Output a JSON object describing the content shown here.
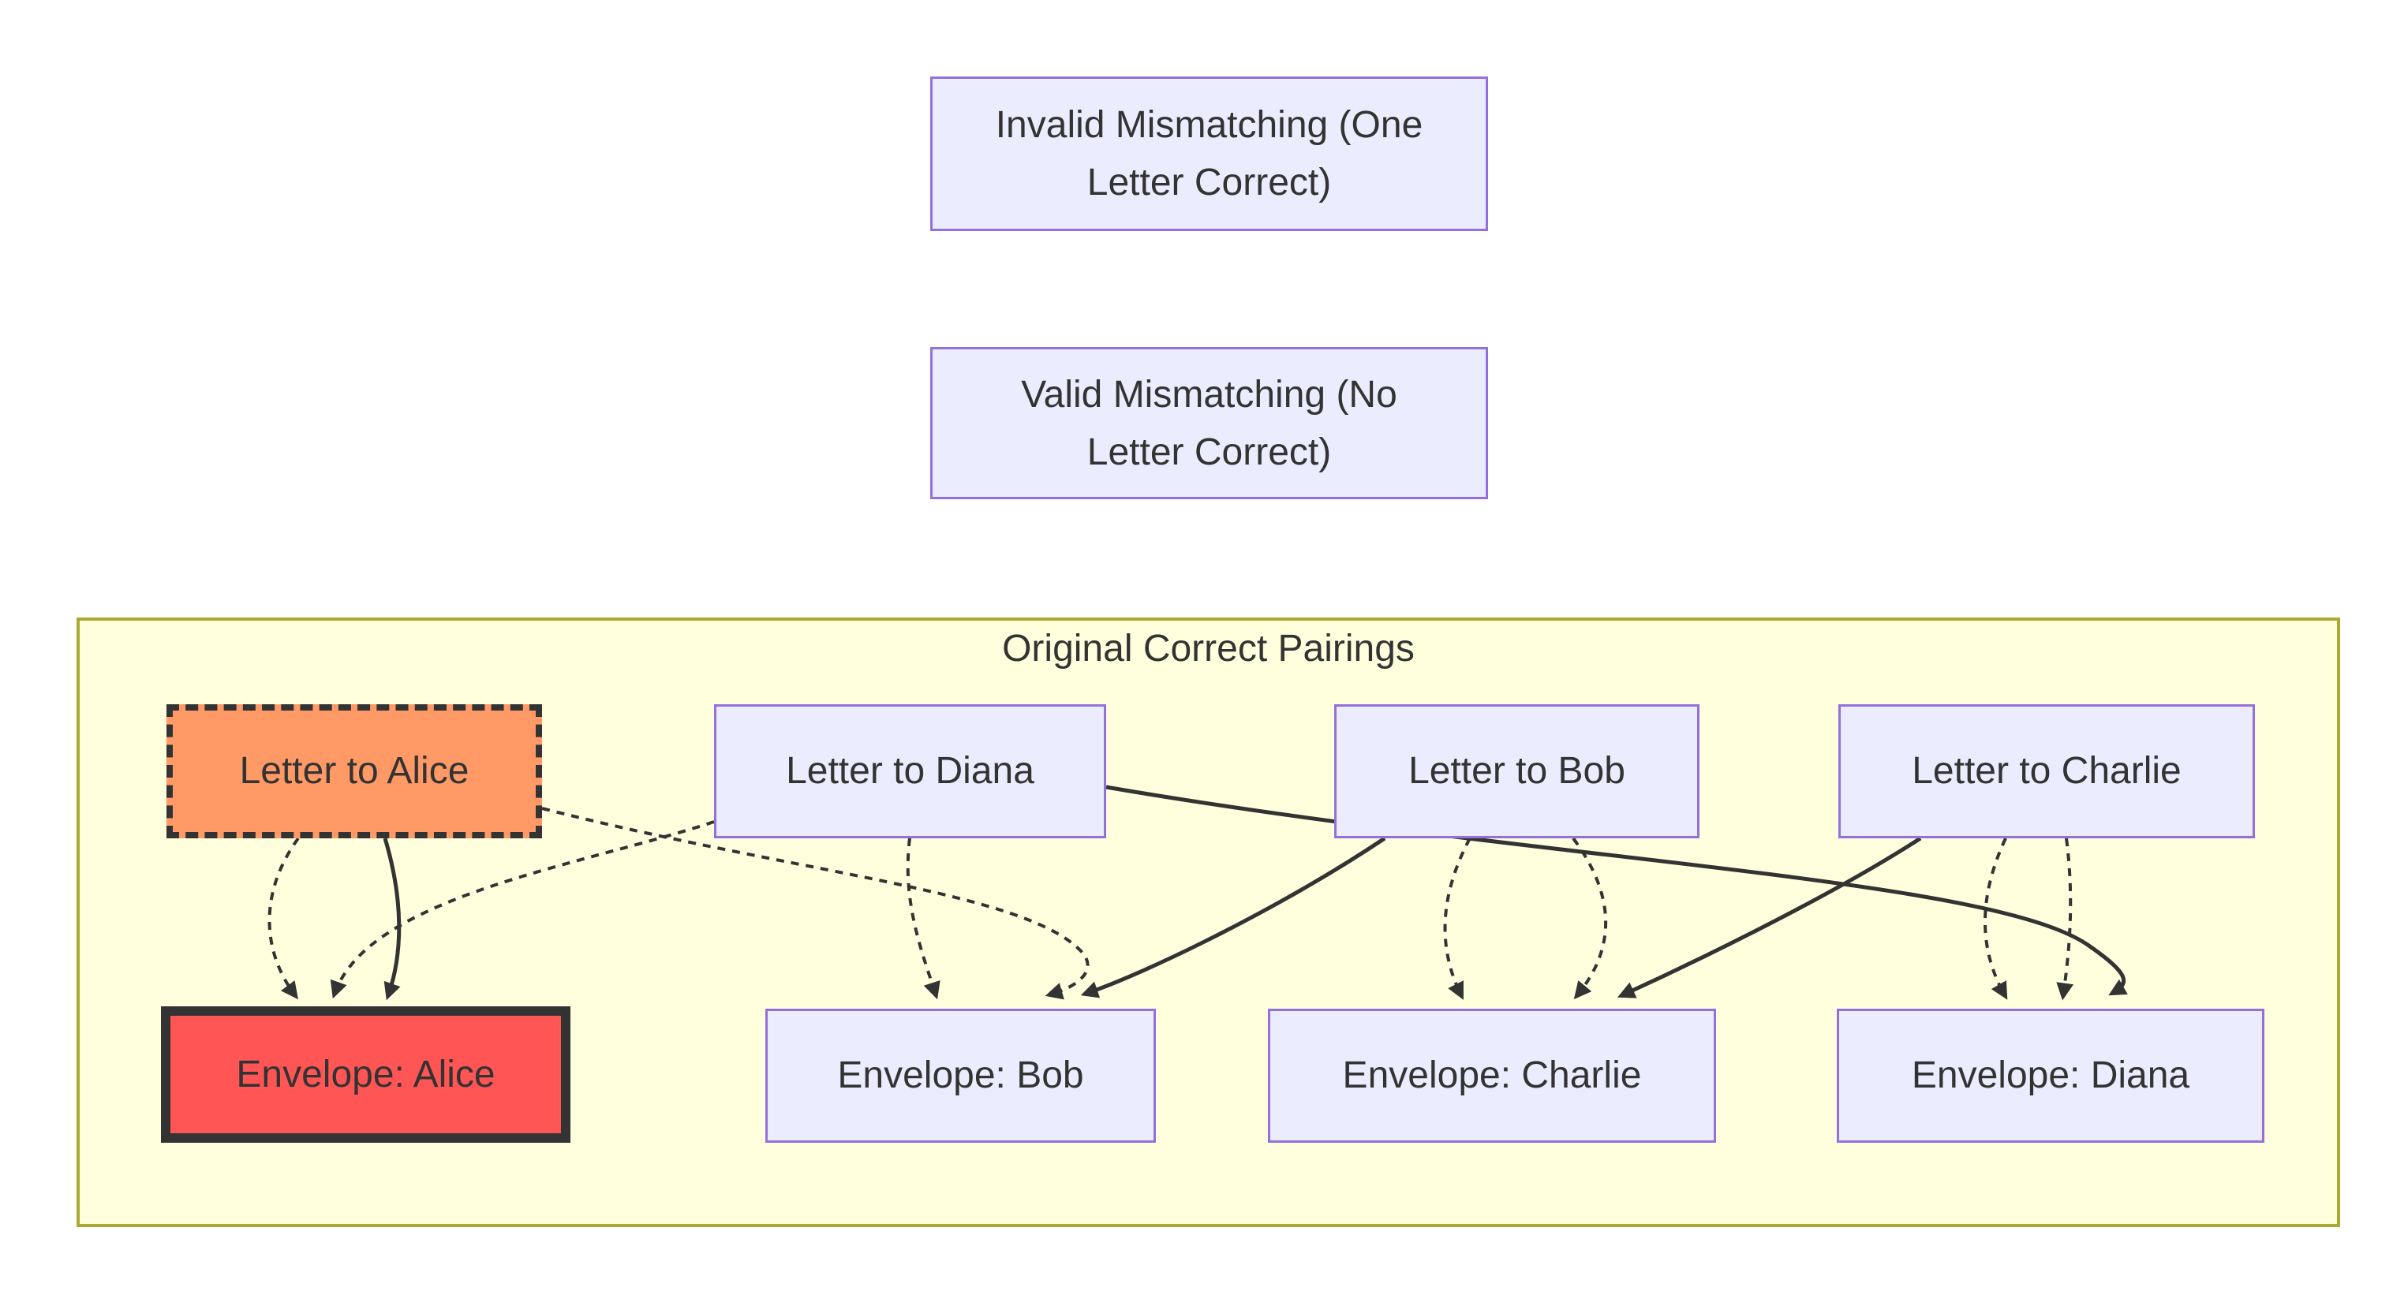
{
  "legend": {
    "invalid": {
      "line1": "Invalid Mismatching (One",
      "line2": "Letter Correct)"
    },
    "valid": {
      "line1": "Valid Mismatching (No",
      "line2": "Letter Correct)"
    }
  },
  "subgraph": {
    "title": "Original Correct Pairings"
  },
  "nodes": {
    "letter_alice": "Letter to Alice",
    "letter_diana": "Letter to Diana",
    "letter_bob": "Letter to Bob",
    "letter_charlie": "Letter to Charlie",
    "envelope_alice": "Envelope: Alice",
    "envelope_bob": "Envelope: Bob",
    "envelope_charlie": "Envelope: Charlie",
    "envelope_diana": "Envelope: Diana"
  },
  "edges": [
    {
      "from": "Letter to Alice",
      "to": "Envelope: Alice",
      "style": "dashed"
    },
    {
      "from": "Letter to Alice",
      "to": "Envelope: Alice",
      "style": "solid"
    },
    {
      "from": "Letter to Diana",
      "to": "Envelope: Alice",
      "style": "dashed"
    },
    {
      "from": "Letter to Diana",
      "to": "Envelope: Bob",
      "style": "dashed"
    },
    {
      "from": "Letter to Alice",
      "to": "Envelope: Bob",
      "style": "dashed"
    },
    {
      "from": "Letter to Bob",
      "to": "Envelope: Bob",
      "style": "solid"
    },
    {
      "from": "Letter to Bob",
      "to": "Envelope: Charlie",
      "style": "dashed"
    },
    {
      "from": "Letter to Bob",
      "to": "Envelope: Charlie",
      "style": "dashed"
    },
    {
      "from": "Letter to Charlie",
      "to": "Envelope: Charlie",
      "style": "solid"
    },
    {
      "from": "Letter to Charlie",
      "to": "Envelope: Diana",
      "style": "dashed"
    },
    {
      "from": "Letter to Charlie",
      "to": "Envelope: Diana",
      "style": "dashed"
    },
    {
      "from": "Letter to Diana",
      "to": "Envelope: Diana",
      "style": "solid"
    }
  ],
  "colors": {
    "node_fill": "#ECECFF",
    "node_border": "#9370DB",
    "cluster_fill": "#FFFFDE",
    "cluster_border": "#AAAA33",
    "letter_alice_fill": "#FF9966",
    "envelope_alice_fill": "#FF5555",
    "highlight_border": "#333333",
    "edge": "#333333",
    "text": "#333333"
  }
}
